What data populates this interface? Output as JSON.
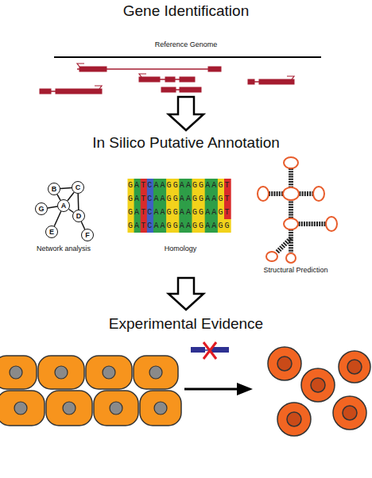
{
  "diagram": {
    "nodes": [
      {
        "text": [
          "B"
        ]
      },
      {
        "text": [
          "C"
        ]
      },
      {
        "text": [
          "G"
        ]
      },
      {
        "text": [
          "A"
        ]
      },
      {
        "text": [
          "D"
        ]
      },
      {
        "text": [
          "E"
        ]
      },
      {
        "text": [
          "F"
        ]
      }
    ],
    "edges": [
      {
        "from": 0,
        "to": 1,
        "arrow": "none"
      },
      {
        "from": 0,
        "to": 3,
        "arrow": "none"
      },
      {
        "from": 1,
        "to": 3,
        "arrow": "none"
      },
      {
        "from": 1,
        "to": 4,
        "arrow": "none"
      },
      {
        "from": 3,
        "to": 2,
        "arrow": "none"
      },
      {
        "from": 3,
        "to": 4,
        "arrow": "none"
      },
      {
        "from": 3,
        "to": 5,
        "arrow": "none"
      },
      {
        "from": 4,
        "to": 6,
        "arrow": "none"
      }
    ],
    "labels": [
      "Gene Identification",
      "Reference Genome",
      "In Silico Putative Annotation",
      "Network analysis",
      "Homology",
      "Structural Prediction",
      "Experimental Evidence",
      "GATCAAGGAAGGAAGT",
      "GATCAAGGAAGGAAGT",
      "GATCAAGGAAGGAAGT",
      "GATCAAGGAAGGAAGG"
    ]
  }
}
